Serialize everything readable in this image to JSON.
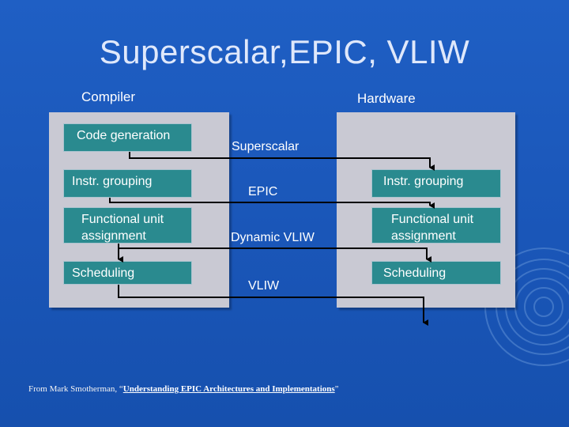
{
  "slide": {
    "title": "Superscalar,EPIC, VLIW",
    "compiler_label": "Compiler",
    "hardware_label": "Hardware"
  },
  "compiler_steps": [
    "Code generation",
    "Instr. grouping",
    "Functional unit assignment",
    "Scheduling"
  ],
  "hardware_steps": [
    "Instr. grouping",
    "Functional unit assignment",
    "Scheduling"
  ],
  "architectures": [
    "Superscalar",
    "EPIC",
    "Dynamic VLIW",
    "VLIW"
  ],
  "footer": {
    "prefix": "From Mark Smotherman, “",
    "link_text": "Understanding EPIC Architectures and Implementations",
    "suffix": "”"
  },
  "colors": {
    "background": "#1a56b8",
    "panel": "#c9c9d3",
    "step_box": "#2a8a8f",
    "arrow": "#000000"
  }
}
